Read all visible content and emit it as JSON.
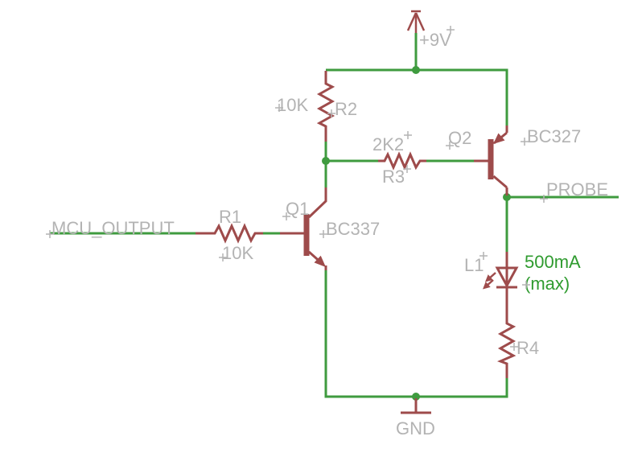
{
  "colors": {
    "background": "#ffffff",
    "wire": "#3f9b3f",
    "component": "#9e4b4b",
    "label": "#b3b3b3",
    "annotation": "#2f9b2f"
  },
  "power": {
    "vcc_label": "+9V",
    "gnd_label": "GND"
  },
  "nets": {
    "input_label": "MCU_OUTPUT",
    "output_label": "PROBE"
  },
  "components": {
    "r1": {
      "ref": "R1",
      "value": "10K"
    },
    "r2": {
      "ref": "R2",
      "value": "10K"
    },
    "r3": {
      "ref": "R3",
      "value": "2K2"
    },
    "r4": {
      "ref": "R4"
    },
    "q1": {
      "ref": "Q1",
      "part": "BC337"
    },
    "q2": {
      "ref": "Q2",
      "part": "BC327"
    },
    "led": {
      "ref": "L1",
      "rating": "500mA",
      "rating_note": "(max)"
    }
  }
}
